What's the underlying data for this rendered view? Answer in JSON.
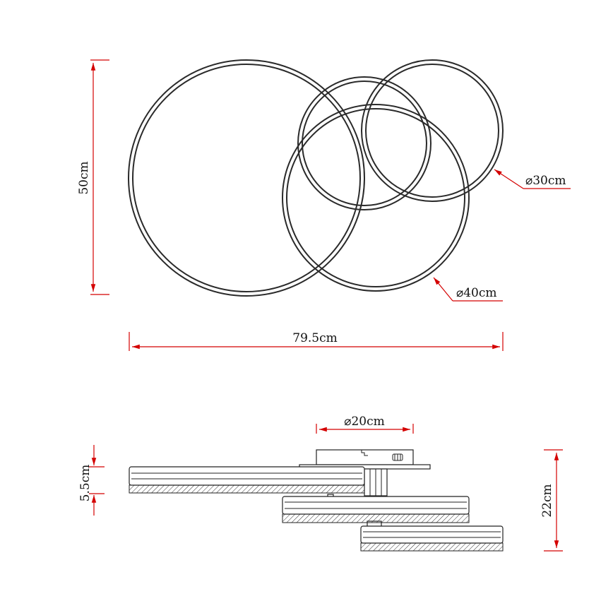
{
  "top_view": {
    "height_label": "50cm",
    "width_label": "79.5cm",
    "small_ring_label": "⌀30cm",
    "large_ring_label": "⌀40cm"
  },
  "side_view": {
    "canopy_label": "⌀20cm",
    "ring_height_label": "5.5cm",
    "total_height_label": "22cm"
  },
  "colors": {
    "dimension": "#d40000",
    "outline": "#2a2a2a"
  }
}
